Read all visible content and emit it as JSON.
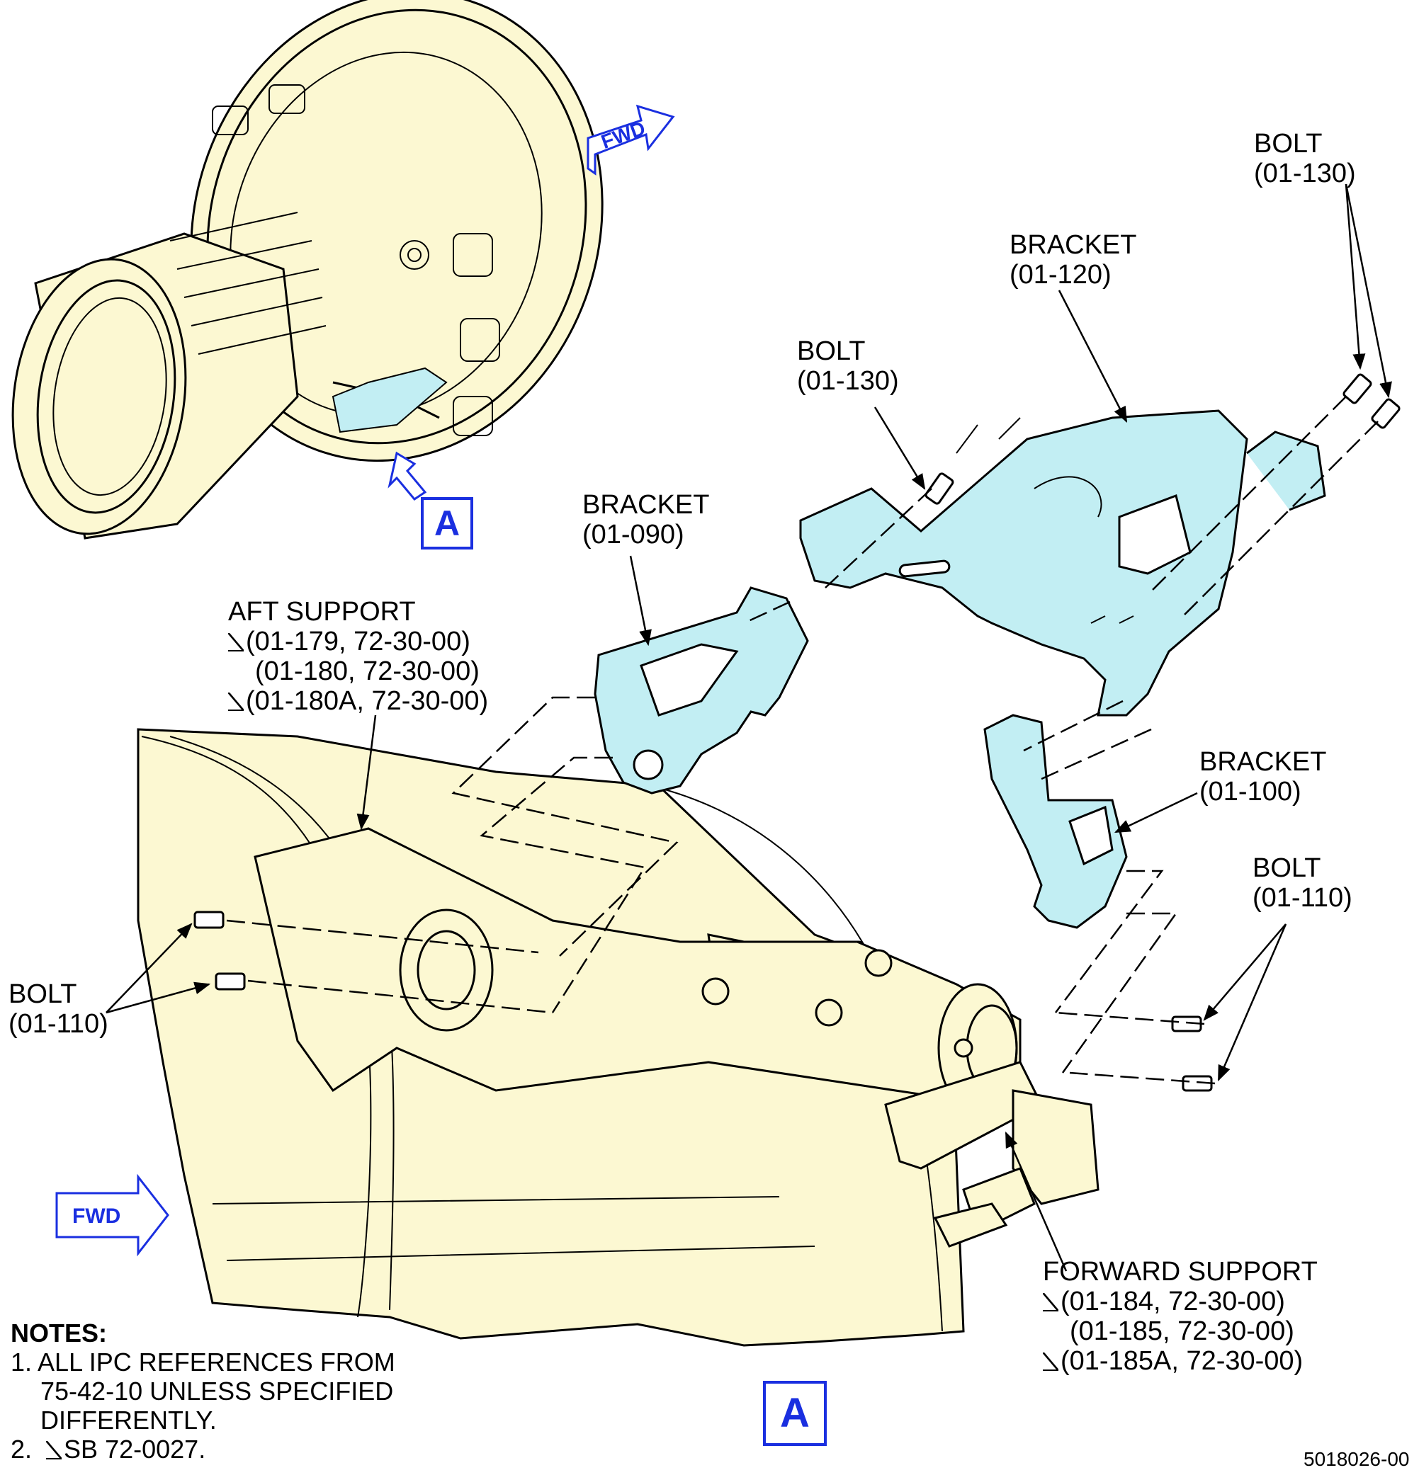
{
  "colors": {
    "engine_fill": "#fcf8d2",
    "part_fill": "#c2eef3",
    "view_blue": "#1a2fe0",
    "line": "#000000"
  },
  "fwd_arrow_top": "FWD",
  "fwd_arrow_main": "FWD",
  "view_label_top": "A",
  "view_label_bottom": "A",
  "callouts": {
    "bolt_top_right": {
      "name": "BOLT",
      "ref": "(01-130)"
    },
    "bracket_120": {
      "name": "BRACKET",
      "ref": "(01-120)"
    },
    "bolt_center": {
      "name": "BOLT",
      "ref": "(01-130)"
    },
    "bracket_090": {
      "name": "BRACKET",
      "ref": "(01-090)"
    },
    "aft_support": {
      "name": "AFT SUPPORT",
      "refs": [
        "(01-179, 72-30-00)",
        "(01-180, 72-30-00)",
        "(01-180A, 72-30-00)"
      ]
    },
    "bracket_100": {
      "name": "BRACKET",
      "ref": "(01-100)"
    },
    "bolt_right": {
      "name": "BOLT",
      "ref": "(01-110)"
    },
    "bolt_left": {
      "name": "BOLT",
      "ref": "(01-110)"
    },
    "forward_support": {
      "name": "FORWARD SUPPORT",
      "refs": [
        "(01-184, 72-30-00)",
        "(01-185, 72-30-00)",
        "(01-185A, 72-30-00)"
      ]
    }
  },
  "notes": {
    "heading": "NOTES:",
    "items": [
      {
        "line1": "1. ALL IPC REFERENCES FROM",
        "line2": "75-42-10 UNLESS SPECIFIED",
        "line3": "DIFFERENTLY."
      },
      {
        "prefix": "2.",
        "text": "SB 72-0027."
      }
    ]
  },
  "figure_number": "5018026-00"
}
